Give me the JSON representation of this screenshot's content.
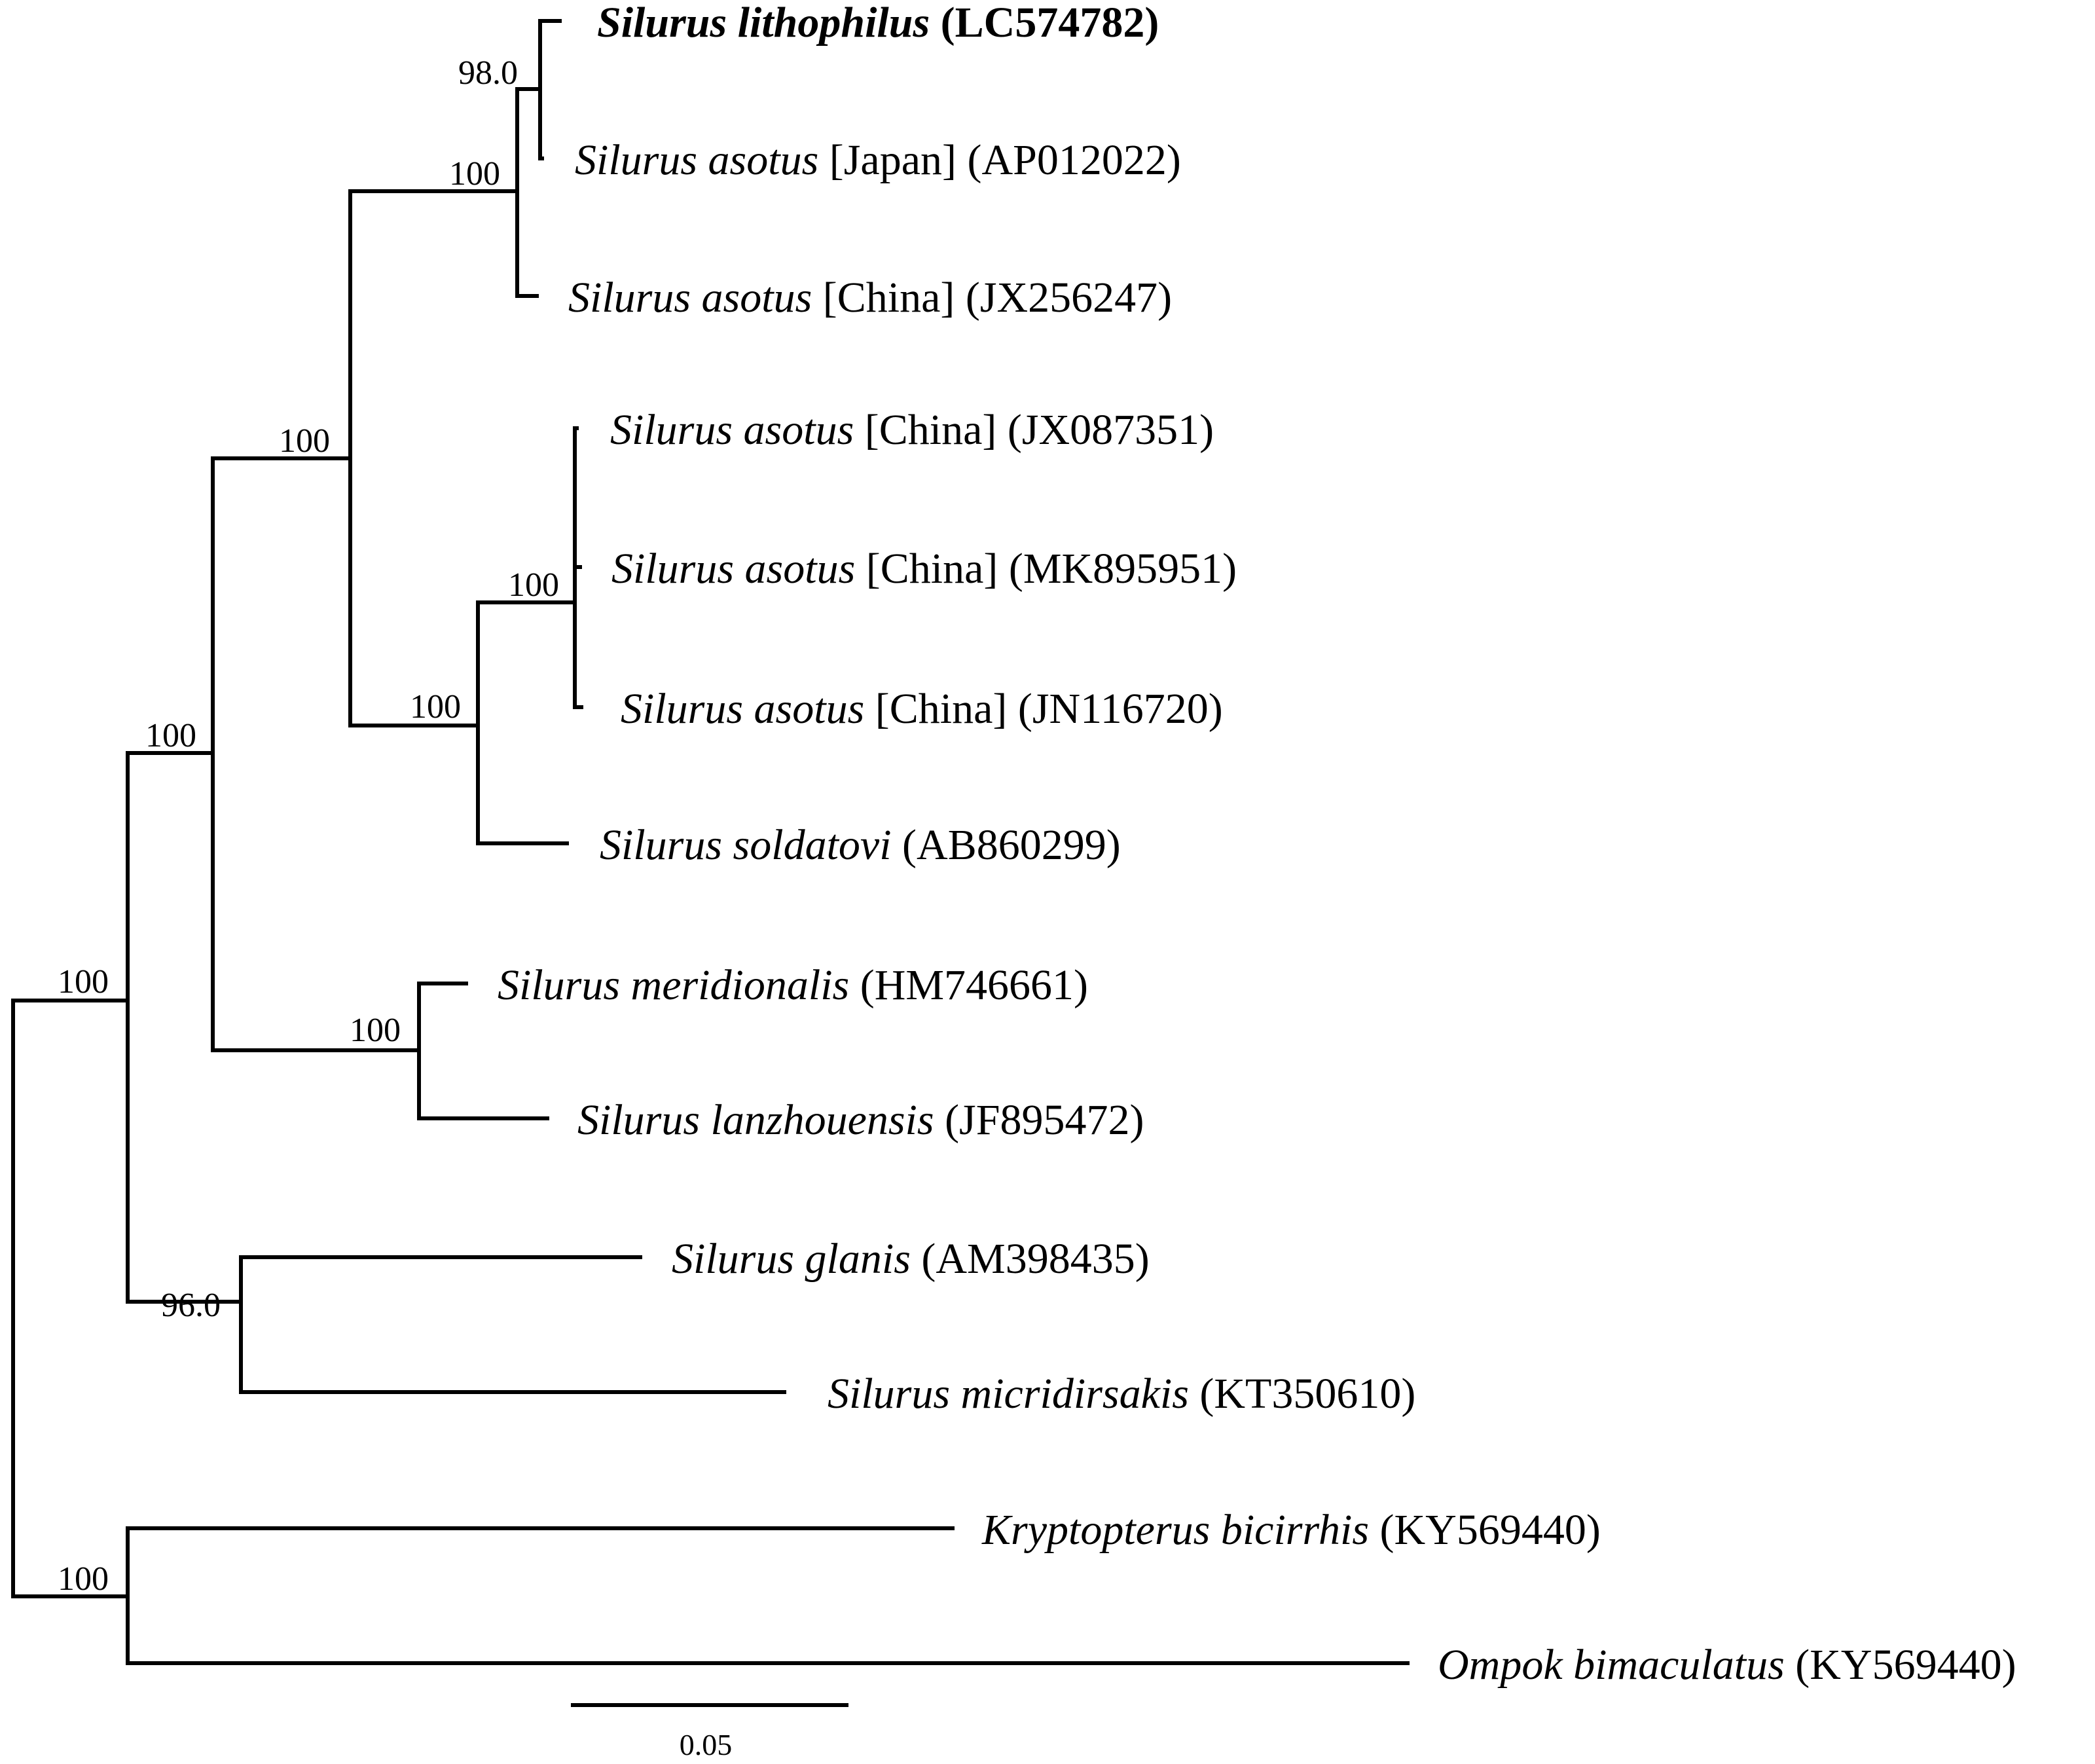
{
  "taxa": [
    {
      "species": "Silurus lithophilus",
      "qualifier": "",
      "accession": "(LC574782)",
      "bold": true
    },
    {
      "species": "Silurus asotus",
      "qualifier": "[Japan]",
      "accession": "(AP012022)",
      "bold": false
    },
    {
      "species": "Silurus asotus",
      "qualifier": "[China]",
      "accession": "(JX256247)",
      "bold": false
    },
    {
      "species": "Silurus asotus",
      "qualifier": "[China]",
      "accession": "(JX087351)",
      "bold": false
    },
    {
      "species": "Silurus asotus",
      "qualifier": "[China]",
      "accession": "(MK895951)",
      "bold": false
    },
    {
      "species": "Silurus asotus",
      "qualifier": "[China]",
      "accession": "(JN116720)",
      "bold": false
    },
    {
      "species": "Silurus soldatovi",
      "qualifier": "",
      "accession": "(AB860299)",
      "bold": false
    },
    {
      "species": "Silurus meridionalis",
      "qualifier": "",
      "accession": "(HM746661)",
      "bold": false
    },
    {
      "species": "Silurus lanzhouensis",
      "qualifier": "",
      "accession": "(JF895472)",
      "bold": false
    },
    {
      "species": "Silurus glanis",
      "qualifier": "",
      "accession": "(AM398435)",
      "bold": false
    },
    {
      "species": "Silurus micridirsakis",
      "qualifier": "",
      "accession": "(KT350610)",
      "bold": false
    },
    {
      "species": "Kryptopterus bicirrhis",
      "qualifier": "",
      "accession": "(KY569440)",
      "bold": false
    },
    {
      "species": "Ompok bimaculatus",
      "qualifier": "",
      "accession": "(KY569440)",
      "bold": false
    }
  ],
  "support_values": [
    {
      "node": "lithophilus-asotus-japan",
      "value": "98.0"
    },
    {
      "node": "asotus-clade-a",
      "value": "100"
    },
    {
      "node": "asotus-clade-b",
      "value": "100"
    },
    {
      "node": "asotus-soldatovi",
      "value": "100"
    },
    {
      "node": "asotus-group",
      "value": "100"
    },
    {
      "node": "meridionalis-lanzhouensis",
      "value": "100"
    },
    {
      "node": "silurus-core",
      "value": "100"
    },
    {
      "node": "glanis-micridirsakis",
      "value": "96.0"
    },
    {
      "node": "silurus-all",
      "value": "100"
    },
    {
      "node": "outgroup",
      "value": "100"
    }
  ],
  "scale_bar": {
    "label": "0.05"
  }
}
